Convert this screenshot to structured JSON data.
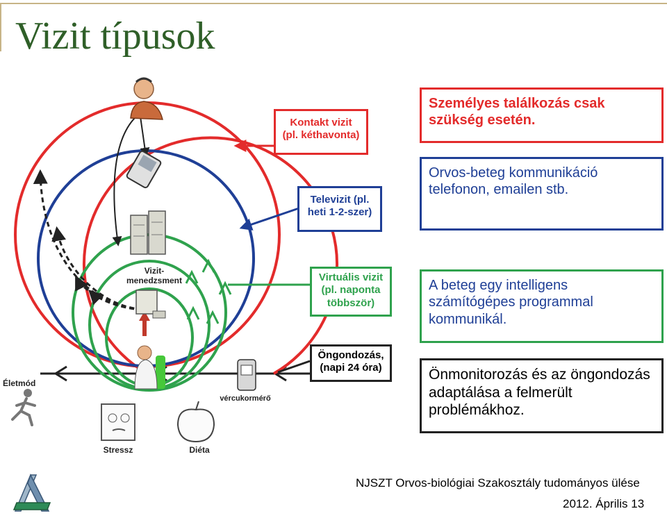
{
  "title": "Vizit típusok",
  "diagram": {
    "labels": {
      "kontakt": [
        "Kontakt vizit",
        "(pl. kéthavonta)"
      ],
      "televizit": [
        "Televizit (pl.",
        "heti 1-2-szer)"
      ],
      "virtualis": [
        "Virtuális vizit",
        "(pl. naponta",
        "többször)"
      ],
      "ongondozas": [
        "Öngondozás,",
        "(napi 24 óra)"
      ],
      "vizitmenedzsment": [
        "Vizit-",
        "menedzsment"
      ],
      "eletmod": "Életmód",
      "stressz": "Stressz",
      "dieta": "Diéta",
      "vercukormero": "vércukormérő"
    }
  },
  "callouts": {
    "szemelyes": "Személyes találkozás csak szükség esetén.",
    "orvos_beteg": "Orvos-beteg kommunikáció telefonon, emailen stb.",
    "intelligens": "A beteg egy intelligens számítógépes programmal kommunikál.",
    "onmonitorozas": "Önmonitorozás és az öngondozás adaptálása a felmerült problémákhoz."
  },
  "footer": {
    "org": "NJSZT Orvos-biológiai Szakosztály tudományos ülése",
    "date": "2012. Április 13"
  },
  "colors": {
    "red": "#e32b2b",
    "blue": "#1f3f96",
    "green": "#2fa24d",
    "title": "#2f5f28"
  }
}
